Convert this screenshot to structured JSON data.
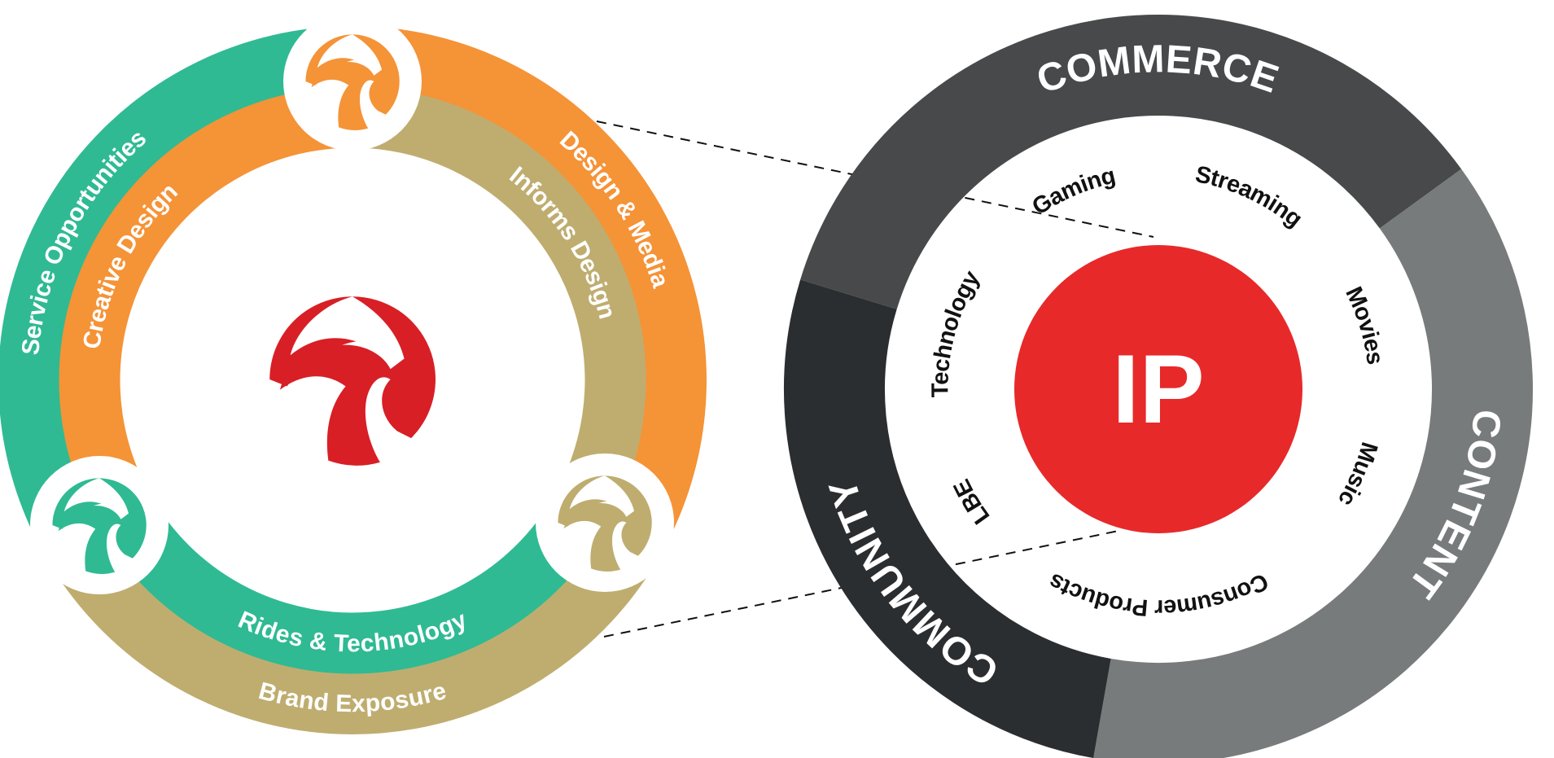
{
  "colors": {
    "teal": "#2fba93",
    "orange": "#f59337",
    "tan": "#bfad70",
    "red_logo": "#d81f26",
    "commerce": "#47494a",
    "content": "#777b7b",
    "community": "#2b2e30",
    "ip_red": "#e7292a"
  },
  "left_diagram": {
    "outer_ring": {
      "service": "Service Opportunities",
      "design_media": "Design & Media",
      "brand": "Brand Exposure"
    },
    "inner_ring": {
      "creative": "Creative Design",
      "informs": "Informs Design",
      "rides": "Rides & Technology"
    },
    "logo_icon": "falcon-logo"
  },
  "right_diagram": {
    "center": "IP",
    "ring": {
      "commerce": "COMMERCE",
      "content": "CONTENT",
      "community": "COMMUNITY"
    },
    "inner": {
      "gaming": "Gaming",
      "streaming": "Streaming",
      "movies": "Movies",
      "music": "Music",
      "consumer": "Consumer Products",
      "lbe": "LBE",
      "technology": "Technology"
    }
  }
}
